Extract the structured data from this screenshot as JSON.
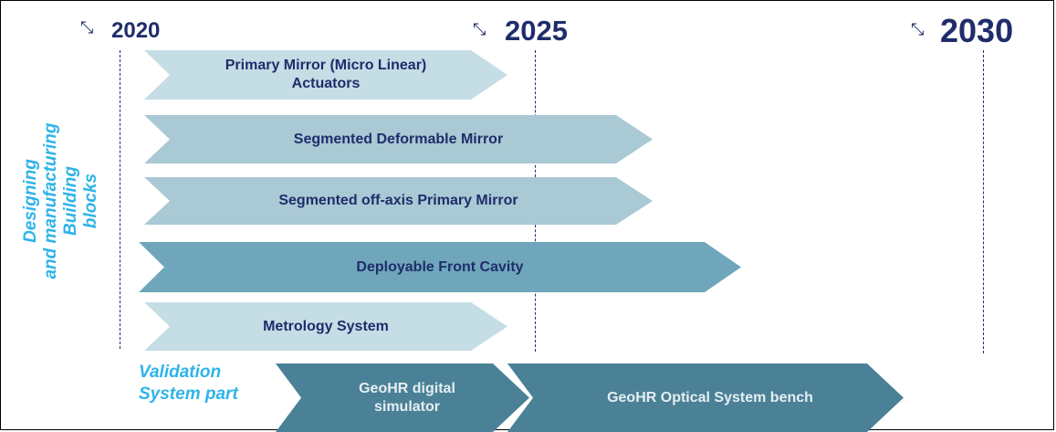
{
  "timeline": {
    "years": [
      "2020",
      "2025",
      "2030"
    ],
    "satellite_icon": "satellite-icon"
  },
  "labels": {
    "building_blocks_line1": "Designing",
    "building_blocks_line2": "and manufacturing",
    "building_blocks_line3": "Building",
    "building_blocks_line4": "blocks",
    "validation_line1": "Validation",
    "validation_line2": "System part"
  },
  "activities": {
    "primary_mirror_actuators_line1": "Primary Mirror (Micro Linear)",
    "primary_mirror_actuators_line2": "Actuators",
    "segmented_deformable_mirror": "Segmented Deformable Mirror",
    "segmented_off_axis_primary_mirror": "Segmented off-axis Primary Mirror",
    "deployable_front_cavity": "Deployable Front Cavity",
    "metrology_system": "Metrology System",
    "geohr_digital_simulator_line1": "GeoHR digital",
    "geohr_digital_simulator_line2": "simulator",
    "geohr_optical_system_bench": "GeoHR Optical System bench"
  },
  "colors": {
    "year_text": "#1f2d6b",
    "category_label": "#2eb4e8",
    "arrow_light": "#c5dde5",
    "arrow_mid": "#a9c9d4",
    "arrow_dark": "#6fa6bb",
    "arrow_deep": "#4a8196"
  }
}
